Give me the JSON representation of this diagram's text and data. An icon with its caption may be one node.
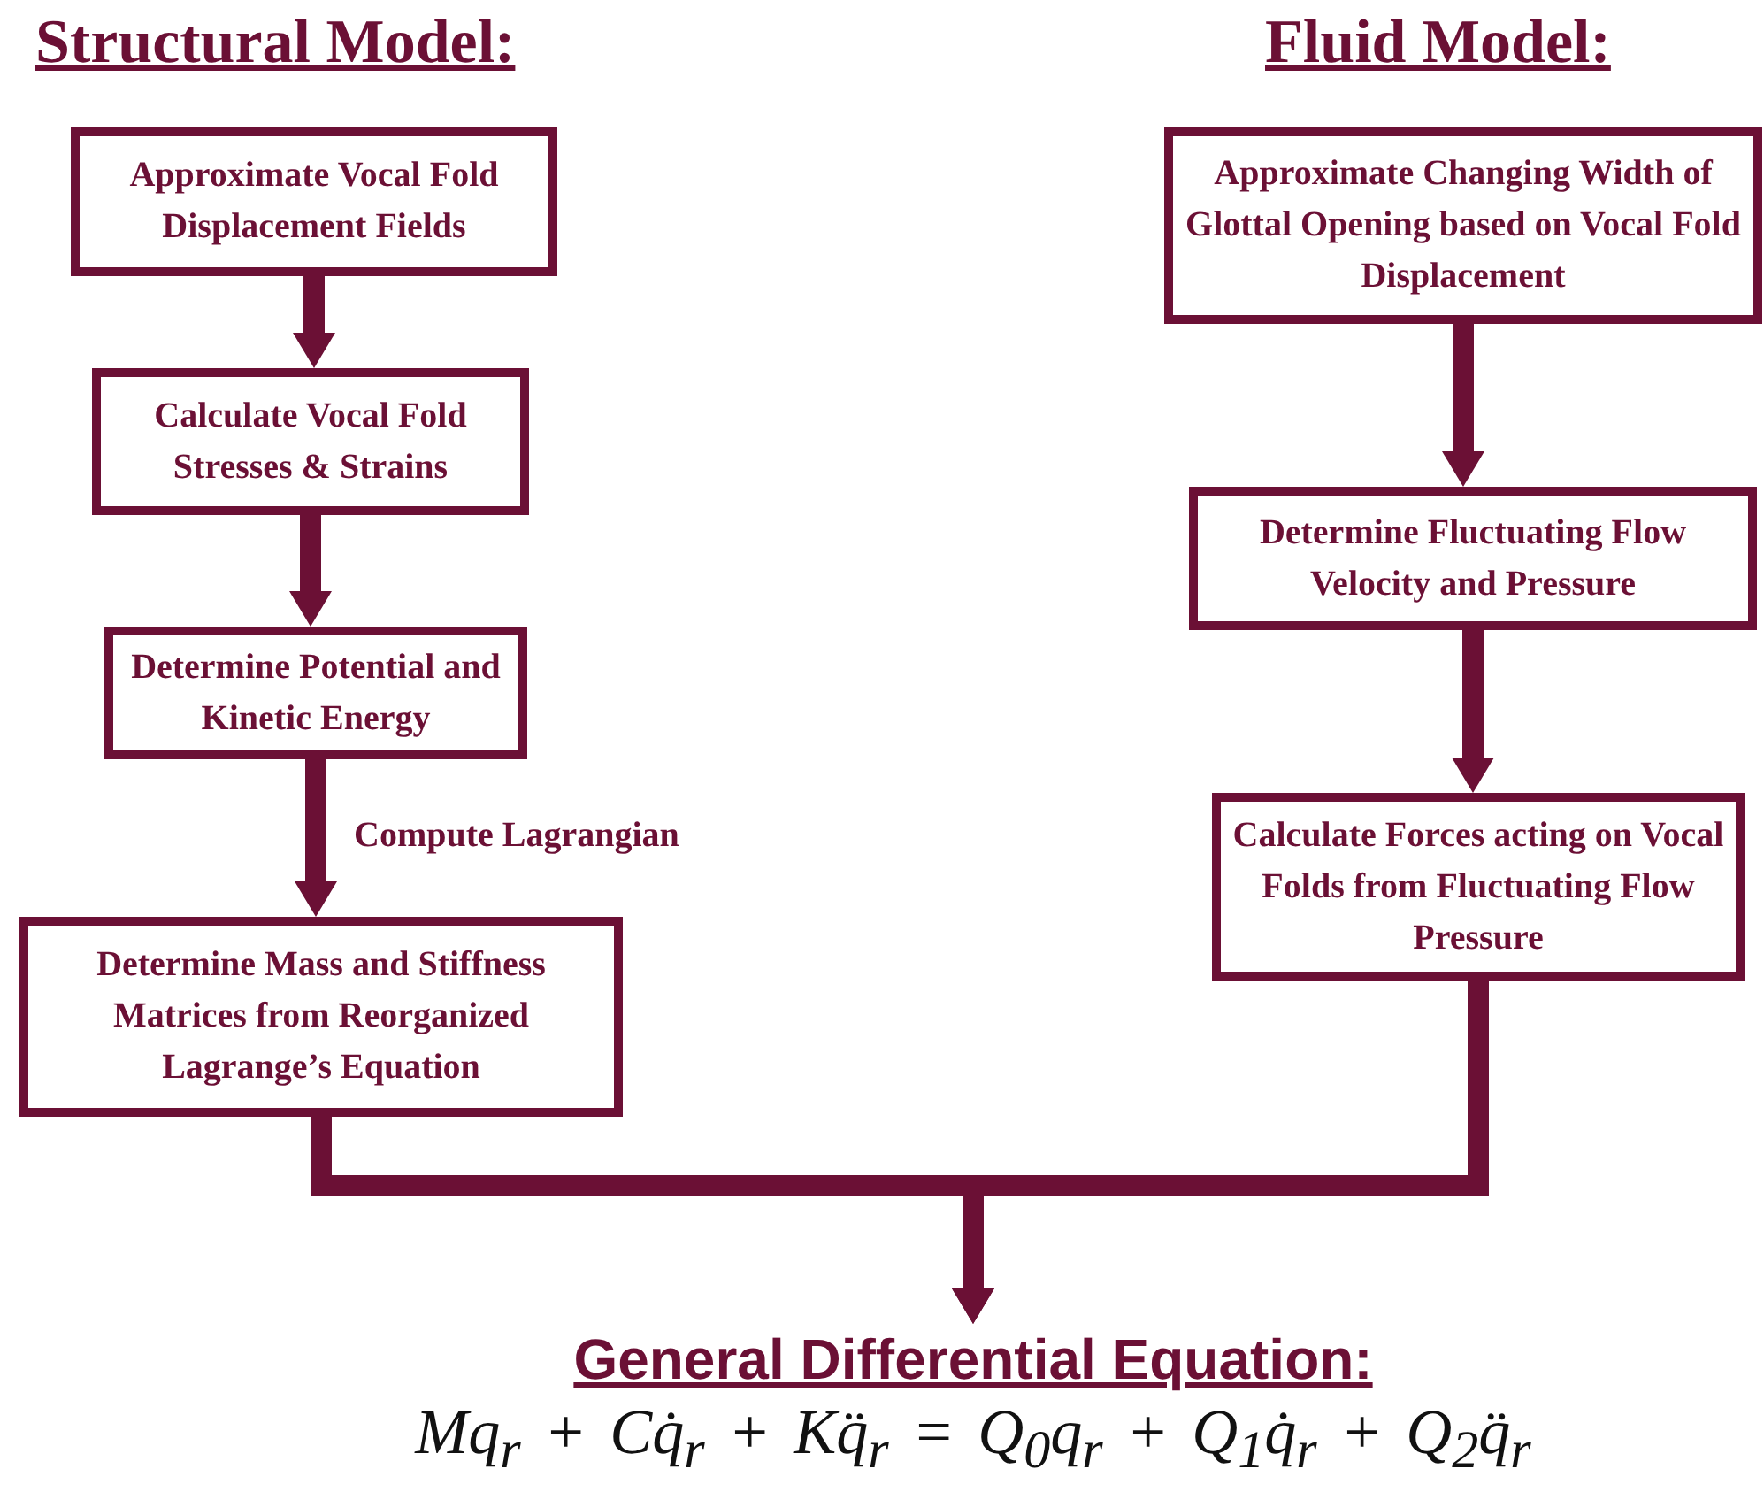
{
  "diagram": {
    "nodes": [
      {
        "text": [
          "Approximate Vocal Fold Displacement Fields"
        ]
      },
      {
        "text": [
          "Calculate Vocal Fold Stresses & Strains"
        ]
      },
      {
        "text": [
          "Determine Potential and Kinetic Energy"
        ]
      },
      {
        "text": [
          "Determine Mass and Stiffness Matrices from Reorganized Lagrange’s Equation"
        ]
      },
      {
        "text": [
          "Approximate Changing Width of Glottal Opening based on Vocal Fold Displacement"
        ]
      },
      {
        "text": [
          "Determine Fluctuating Flow Velocity and Pressure"
        ]
      },
      {
        "text": [
          "Calculate Forces acting on Vocal Folds from Fluctuating Flow Pressure"
        ]
      },
      {
        "text": [
          "General Differential Equation:",
          "Mq$_{r}$ + Cq̇$_{r}$ + Kq̈$_{r}$ = Q$_{0}$q$_{r}$ + Q$_{1}$q̇$_{r}$ + Q$_{2}$q̈$_{r}$"
        ]
      }
    ],
    "edges": [
      {
        "from": 0,
        "to": 1,
        "arrow": "to"
      },
      {
        "from": 1,
        "to": 2,
        "arrow": "to"
      },
      {
        "from": 2,
        "to": 3,
        "arrow": "to",
        "label": "Compute Lagrangian"
      },
      {
        "from": 4,
        "to": 5,
        "arrow": "to"
      },
      {
        "from": 5,
        "to": 6,
        "arrow": "to"
      },
      {
        "from": 3,
        "to": 7,
        "arrow": "to"
      },
      {
        "from": 6,
        "to": 7,
        "arrow": "to"
      }
    ],
    "labels": [
      "Structural Model:",
      "Fluid Model:"
    ]
  }
}
